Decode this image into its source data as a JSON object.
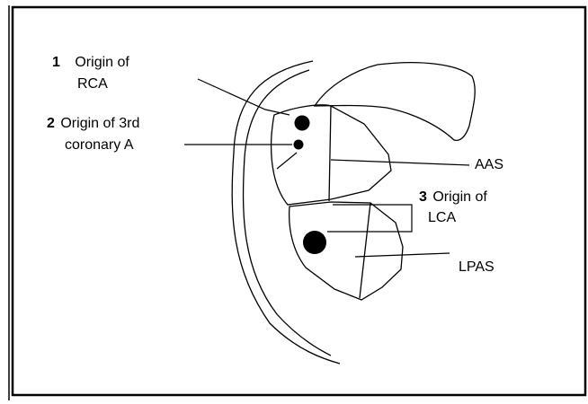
{
  "labels": {
    "rca": {
      "number": "1",
      "line1": "Origin of",
      "line2": "RCA"
    },
    "third_coronary": {
      "number": "2",
      "line1": "Origin of 3rd",
      "line2": "coronary A"
    },
    "lca": {
      "number": "3",
      "line1": "Origin of",
      "line2": "LCA"
    },
    "aas": "AAS",
    "lpas": "LPAS"
  },
  "colors": {
    "ink": "#000000",
    "background": "#ffffff",
    "frame": "#000000"
  }
}
